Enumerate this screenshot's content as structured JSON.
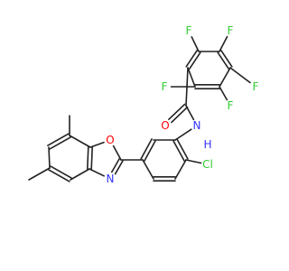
{
  "molecule": {
    "atom_labels": [
      {
        "id": "F1",
        "text": "F",
        "color": "#33cc33"
      },
      {
        "id": "F2",
        "text": "F",
        "color": "#33cc33"
      },
      {
        "id": "F3",
        "text": "F",
        "color": "#33cc33"
      },
      {
        "id": "F4",
        "text": "F",
        "color": "#33cc33"
      },
      {
        "id": "F5",
        "text": "F",
        "color": "#33cc33"
      },
      {
        "id": "O_carbonyl",
        "text": "O",
        "color": "#ff0000"
      },
      {
        "id": "N_amide",
        "text": "N",
        "color": "#3333ff"
      },
      {
        "id": "H_amide",
        "text": "H",
        "color": "#3333ff"
      },
      {
        "id": "Cl",
        "text": "Cl",
        "color": "#33cc33"
      },
      {
        "id": "O_oxazole",
        "text": "O",
        "color": "#ff0000"
      },
      {
        "id": "N_oxazole",
        "text": "N",
        "color": "#3333ff"
      }
    ],
    "colors": {
      "bond": "#222222",
      "fluorine": "#33cc33",
      "chlorine": "#33cc33",
      "oxygen": "#ff0000",
      "nitrogen": "#3333ff",
      "background": "#ffffff"
    }
  }
}
